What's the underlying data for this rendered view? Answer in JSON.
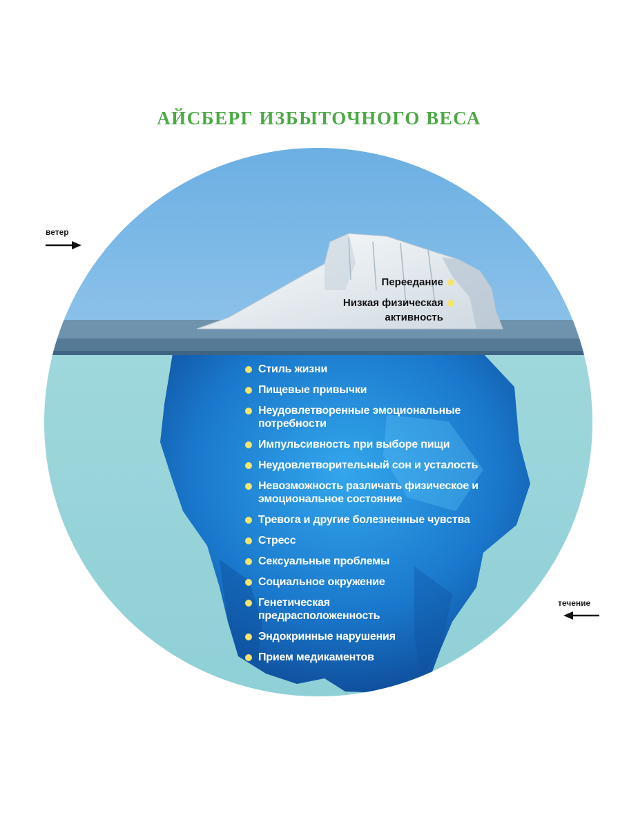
{
  "title": "АЙСБЕРГ ИЗБЫТОЧНОГО ВЕСА",
  "colors": {
    "title": "#4ca946",
    "sky": "#6fb0e3",
    "water": "#93d3d8",
    "ice_top": "#eef3f6",
    "ice_under": "#1e7fd0",
    "dot": "#f4e56a",
    "surface": "#4f7896"
  },
  "labels": {
    "wind": "ветер",
    "current": "течение"
  },
  "above_water": [
    "Переедание",
    "Низкая физическая\nактивность"
  ],
  "below_water": [
    "Стиль жизни",
    "Пищевые привычки",
    "Неудовлетворенные эмоциональные\nпотребности",
    "Импульсивность при выборе пищи",
    "Неудовлетворительный сон и усталость",
    "Невозможность различать физическое и\nэмоциональное состояние",
    "Тревога и другие болезненные чувства",
    "Стресс",
    "Сексуальные проблемы",
    "Социальное окружение",
    "Генетическая\nпредрасположенность",
    "Эндокринные нарушения",
    "Прием медикаментов"
  ]
}
